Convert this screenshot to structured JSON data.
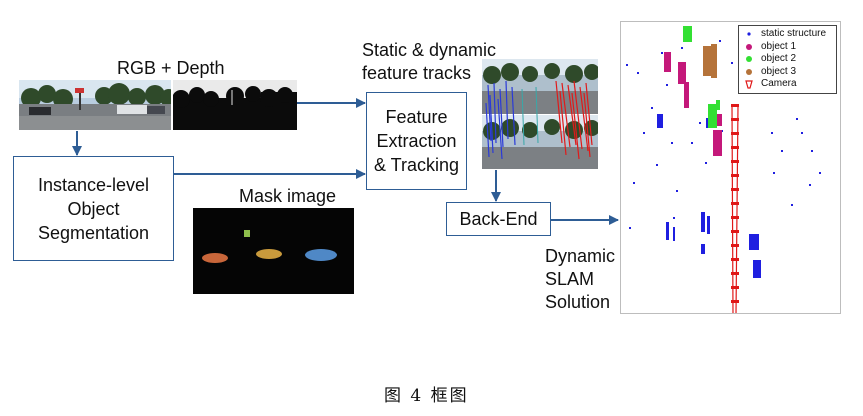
{
  "labels": {
    "rgb_depth": "RGB + Depth",
    "tracks_line1": "Static & dynamic",
    "tracks_line2": "feature tracks",
    "mask_image": "Mask image",
    "dynamic": "Dynamic",
    "slam": "SLAM",
    "solution": "Solution"
  },
  "boxes": {
    "segmentation": [
      "Instance-level",
      "Object",
      "Segmentation"
    ],
    "feature": [
      "Feature",
      "Extraction",
      "& Tracking"
    ],
    "backend": "Back-End"
  },
  "legend": [
    {
      "label": "static structure",
      "color": "#1f1fe0",
      "marker": "dot"
    },
    {
      "label": "object 1",
      "color": "#c4187a",
      "marker": "dot"
    },
    {
      "label": "object 2",
      "color": "#33e033",
      "marker": "dot"
    },
    {
      "label": "object 3",
      "color": "#b5733a",
      "marker": "dot"
    },
    {
      "label": "Camera",
      "color": "#e01818",
      "marker": "camera"
    }
  ],
  "mask_colors": {
    "car1": "#c8663a",
    "car2": "#c99a3c",
    "car3": "#4f88c6",
    "sign": "#8fbf4c"
  },
  "arrow_color": "#2e5d95",
  "caption": "图 4 框图"
}
